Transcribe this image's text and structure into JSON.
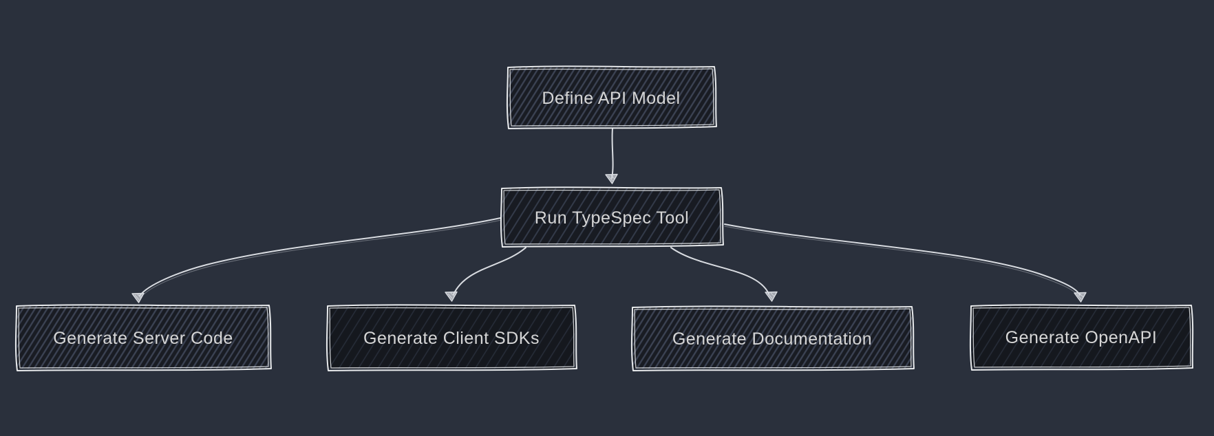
{
  "diagram": {
    "type": "flowchart",
    "direction": "top-down",
    "style": "hand-drawn",
    "colors": {
      "background": "#2a303c",
      "border": "#e8eaec",
      "text": "#d6d6d6",
      "edge": "#d9dce1",
      "node_fill": "#191c23"
    },
    "nodes": [
      {
        "id": "define-api-model",
        "label": "Define API Model"
      },
      {
        "id": "run-typespec-tool",
        "label": "Run TypeSpec Tool"
      },
      {
        "id": "generate-server-code",
        "label": "Generate Server Code"
      },
      {
        "id": "generate-client-sdks",
        "label": "Generate Client SDKs"
      },
      {
        "id": "generate-documentation",
        "label": "Generate Documentation"
      },
      {
        "id": "generate-openapi",
        "label": "Generate OpenAPI"
      }
    ],
    "edges": [
      {
        "from": "define-api-model",
        "to": "run-typespec-tool"
      },
      {
        "from": "run-typespec-tool",
        "to": "generate-server-code"
      },
      {
        "from": "run-typespec-tool",
        "to": "generate-client-sdks"
      },
      {
        "from": "run-typespec-tool",
        "to": "generate-documentation"
      },
      {
        "from": "run-typespec-tool",
        "to": "generate-openapi"
      }
    ]
  }
}
